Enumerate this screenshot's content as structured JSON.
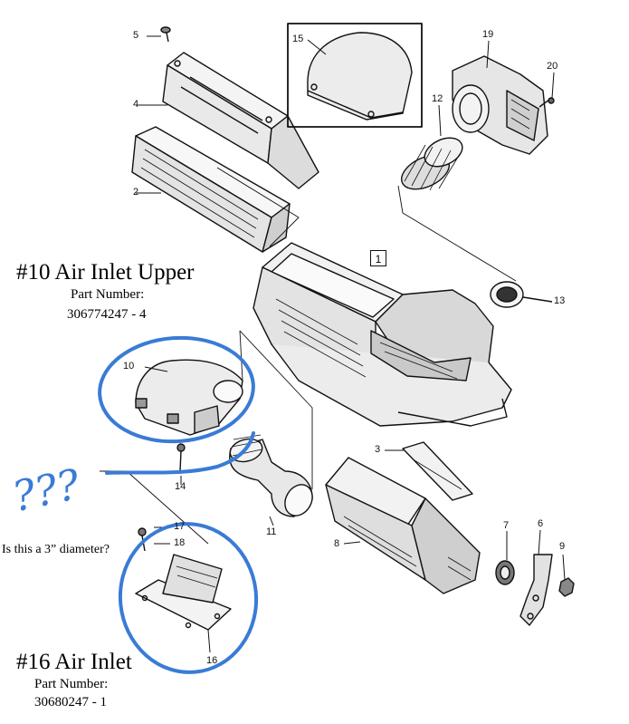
{
  "callouts": {
    "c1": "1",
    "c2": "2",
    "c3": "3",
    "c4": "4",
    "c5": "5",
    "c6": "6",
    "c7": "7",
    "c8": "8",
    "c9": "9",
    "c10": "10",
    "c11": "11",
    "c12": "12",
    "c13": "13",
    "c14": "14",
    "c15": "15",
    "c16": "16",
    "c17": "17",
    "c18": "18",
    "c19": "19",
    "c20": "20"
  },
  "annotations": {
    "upper_title": "#10 Air Inlet Upper",
    "upper_pn_label": "Part Number:",
    "upper_pn": "306774247 - 4",
    "lower_title": "#16 Air Inlet",
    "lower_pn_label": "Part Number:",
    "lower_pn": "30680247 - 1",
    "question": "Is this a 3” diameter?",
    "qmarks": "???"
  },
  "colors": {
    "markup": "#3a7bd5",
    "ink": "#111111"
  }
}
